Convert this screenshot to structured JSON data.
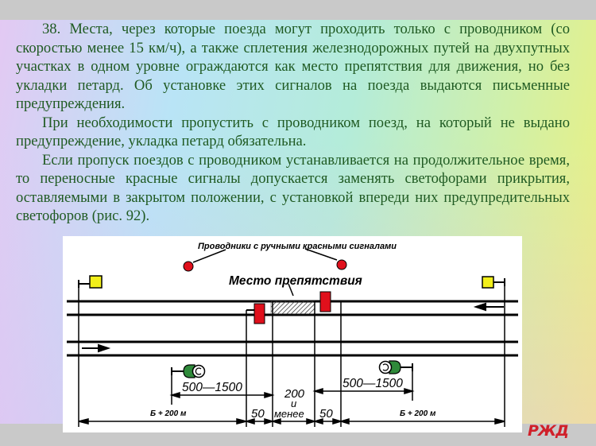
{
  "slide": {
    "paragraphs": [
      "38. Места, через которые поезда могут проходить только с проводником (со скоростью менее 15 км/ч), а также сплетения железнодорожных путей на двухпутных участках в одном уровне ограждаются как место препятствия для движения, но без укладки петард. Об установке этих сигналов на поезда выдаются письменные предупреждения.",
      "При необходимости пропустить с проводником поезд, на который не выдано предупреждение, укладка петард обязательна.",
      "Если пропуск поездов с проводником устанавливается на продолжительное время, то переносные красные сигналы допускается заменять светофорами прикрытия, оставляемыми в закрытом положении, с установкой впереди них предупредительных светофоров (рис. 92)."
    ]
  },
  "figure": {
    "caption_top": "Проводники с ручными красными сигналами",
    "obstacle_label": "Место препятствия",
    "left_distance": "500—1500",
    "right_distance": "500—1500",
    "left_span": "Б + 200 м",
    "right_span": "Б + 200 м",
    "left_gap": "50",
    "right_gap": "50",
    "center_gap_line1": "200",
    "center_gap_line2": "и",
    "center_gap_line3": "менее",
    "colors": {
      "warning_signal": "#f2ef1a",
      "cover_signal": "#e0101c",
      "handheld_signal": "#e0101c",
      "distant_signal": "#2f8a3a"
    }
  },
  "footer": {
    "logo_text": "РЖД"
  }
}
